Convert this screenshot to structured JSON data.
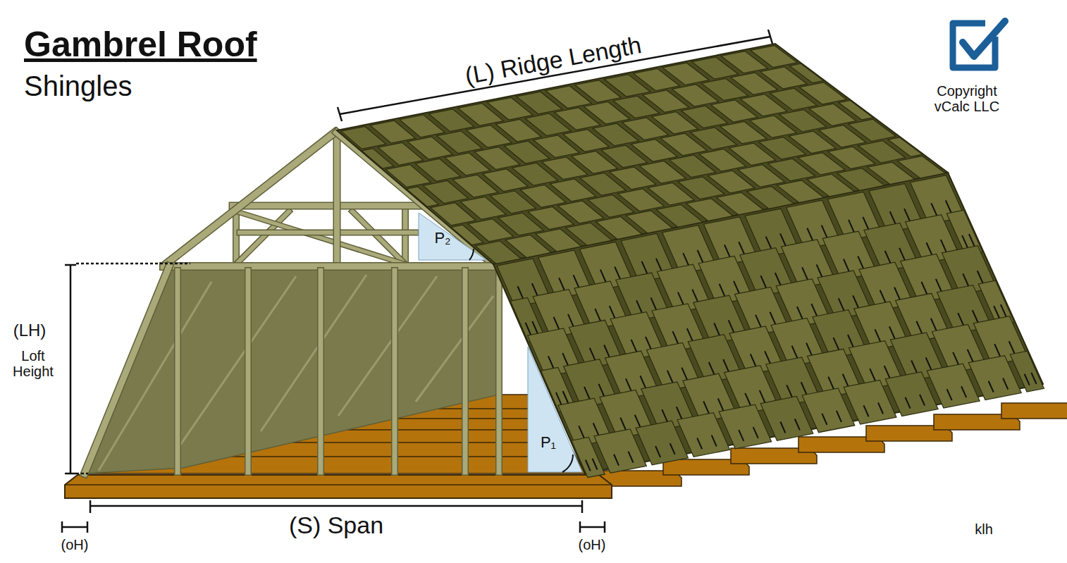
{
  "diagram": {
    "title": "Gambrel Roof",
    "labels": [
      "Shingles",
      "(L) Ridge Length",
      "Copyright vCalc LLC",
      "P₂",
      "(LH)",
      "Loft Height",
      "P₁",
      "(S) Span",
      "(oH)",
      "(oH)",
      "klh"
    ]
  }
}
